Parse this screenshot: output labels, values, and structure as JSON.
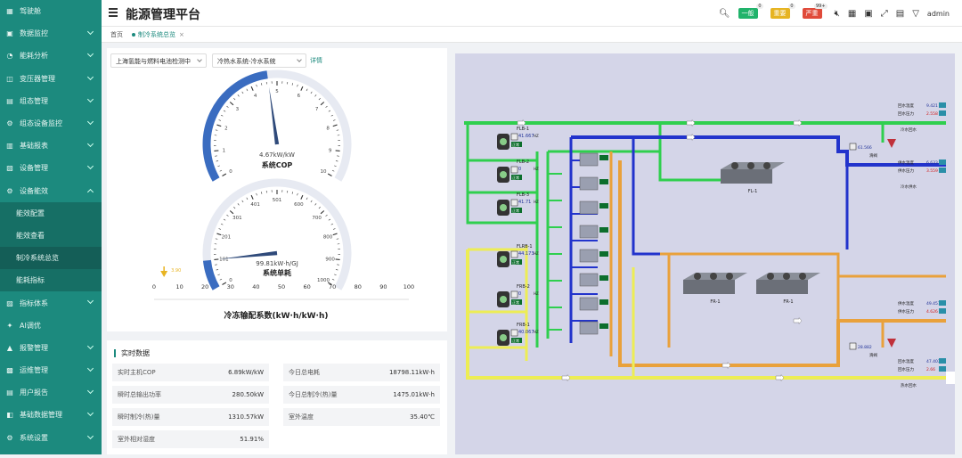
{
  "app": {
    "title": "能源管理平台",
    "user": "admin"
  },
  "sidebar": {
    "items": [
      {
        "label": "驾驶舱",
        "icon": "dashboard-icon"
      },
      {
        "label": "数据监控",
        "icon": "monitor-icon"
      },
      {
        "label": "能耗分析",
        "icon": "chart-icon"
      },
      {
        "label": "变压器管理",
        "icon": "transformer-icon"
      },
      {
        "label": "组态管理",
        "icon": "config-icon"
      },
      {
        "label": "组态设备监控",
        "icon": "device-icon"
      },
      {
        "label": "基础报表",
        "icon": "report-icon"
      },
      {
        "label": "设备管理",
        "icon": "equipment-icon"
      },
      {
        "label": "设备能效",
        "icon": "efficiency-icon"
      }
    ],
    "subitems": [
      "能效配置",
      "能效查看",
      "制冷系统总览",
      "能耗指标"
    ],
    "items_after": [
      {
        "label": "指标体系",
        "icon": "index-icon"
      },
      {
        "label": "AI调优",
        "icon": "ai-icon"
      },
      {
        "label": "报警管理",
        "icon": "alarm-icon"
      },
      {
        "label": "运维管理",
        "icon": "maintenance-icon"
      },
      {
        "label": "用户报告",
        "icon": "user-report-icon"
      },
      {
        "label": "基础数据管理",
        "icon": "database-icon"
      },
      {
        "label": "系统设置",
        "icon": "settings-icon"
      }
    ]
  },
  "header": {
    "alarms": [
      {
        "label": "一般",
        "count": "0",
        "color": "#21b36b"
      },
      {
        "label": "重要",
        "count": "0",
        "color": "#e6b422"
      },
      {
        "label": "严重",
        "count": "99+",
        "color": "#e04a3a"
      }
    ]
  },
  "tabs": {
    "home": "首页",
    "current": "制冷系统总览",
    "close": "×"
  },
  "filters": {
    "site": "上海氢能与燃料电池检测中",
    "system": "冷热水系统-冷水系统",
    "detail": "详情"
  },
  "gauges": {
    "cop": {
      "value_text": "4.67kW/kW",
      "name": "系统COP",
      "value": 4.67,
      "min": 0,
      "max": 10,
      "ticks": [
        "0",
        "1",
        "2",
        "3",
        "4",
        "5",
        "6",
        "7",
        "8",
        "9",
        "10"
      ]
    },
    "unit": {
      "value_text": "99.81kW·h/GJ",
      "name": "系统单耗",
      "value": 99.81,
      "min": 0,
      "max": 1000,
      "ticks": [
        "0",
        "101",
        "201",
        "301",
        "401",
        "501",
        "600",
        "700",
        "800",
        "900",
        "1000"
      ]
    }
  },
  "scale": {
    "title": "冷冻输配系数(kW·h/kW·h)",
    "marker": "3.90",
    "value": 3.9,
    "ticks": [
      "0",
      "10",
      "20",
      "30",
      "40",
      "50",
      "60",
      "70",
      "80",
      "90",
      "100"
    ]
  },
  "realtime": {
    "title": "实时数据",
    "cells": [
      {
        "label": "实时主机COP",
        "value": "6.89kW/kW"
      },
      {
        "label": "今日总电耗",
        "value": "18798.11kW·h"
      },
      {
        "label": "瞬时总输出功率",
        "value": "280.50kW"
      },
      {
        "label": "今日总制冷(热)量",
        "value": "1475.01kW·h"
      },
      {
        "label": "瞬时制冷(热)量",
        "value": "1310.57kW"
      },
      {
        "label": "室外温度",
        "value": "35.40℃"
      },
      {
        "label": "室外相对湿度",
        "value": "51.91%"
      }
    ]
  },
  "diagram": {
    "pumps": [
      {
        "label": "FLB-1",
        "value": "41.667",
        "unit": "HZ"
      },
      {
        "label": "FLB-2",
        "value": "0",
        "unit": "HZ"
      },
      {
        "label": "FLB-3",
        "value": "41.71",
        "unit": "HZ"
      },
      {
        "label": "FLRB-1",
        "value": "44.173",
        "unit": "HZ"
      },
      {
        "label": "FRB-2",
        "value": "0",
        "unit": "HZ"
      },
      {
        "label": "FRB-1",
        "value": "40.067",
        "unit": "HZ"
      }
    ],
    "status": "正常",
    "units": {
      "fl1": "FL-1",
      "fr1": "FR-1"
    },
    "readings_top": [
      {
        "label": "回水温度",
        "value": "9.421"
      },
      {
        "label": "回水压力",
        "value": "2.558"
      }
    ],
    "readings_mid": [
      {
        "label": "供水温度",
        "value": "6.633"
      },
      {
        "label": "供水压力",
        "value": "3.559"
      }
    ],
    "readings_bot1": [
      {
        "label": "供水温度",
        "value": "49.457"
      },
      {
        "label": "供水压力",
        "value": "4.626"
      }
    ],
    "readings_bot2": [
      {
        "label": "回水温度",
        "value": "47.403"
      },
      {
        "label": "回水压力",
        "value": "2.66"
      }
    ],
    "valve_top": {
      "value": "61.566",
      "label": "滑阀"
    },
    "valve_bot": {
      "value": "28.882",
      "label": "滑阀"
    },
    "pipe_labels": {
      "top": "冷水回水",
      "mid": "冷水供水",
      "bot": "热水回水"
    },
    "colors": {
      "cold_return": "#2fcf4e",
      "cold_supply": "#2233cc",
      "hot_supply": "#e9a13b",
      "hot_return": "#eded55"
    }
  }
}
